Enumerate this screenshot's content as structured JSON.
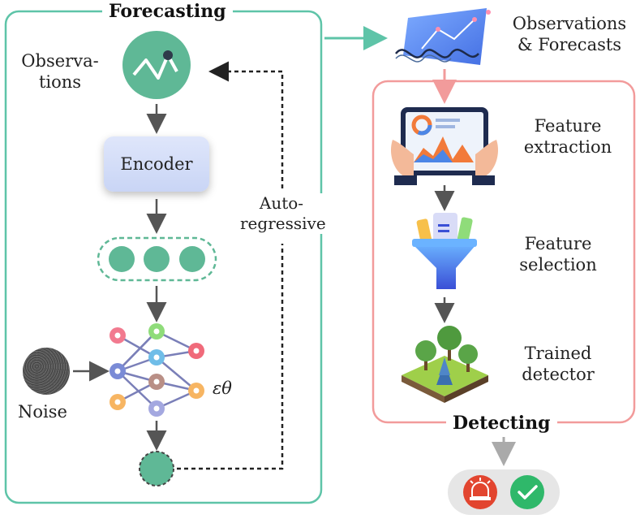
{
  "forecasting": {
    "title": "Forecasting",
    "observations_label_1": "Observa-",
    "observations_label_2": "tions",
    "encoder_label": "Encoder",
    "noise_label": "Noise",
    "epsilon_label": "εθ",
    "autoregressive_label_1": "Auto-",
    "autoregressive_label_2": "regressive"
  },
  "top_right": {
    "label_1": "Observations",
    "label_2": "& Forecasts"
  },
  "detecting": {
    "title": "Detecting",
    "feature_extraction_1": "Feature",
    "feature_extraction_2": "extraction",
    "feature_selection_1": "Feature",
    "feature_selection_2": "selection",
    "trained_detector_1": "Trained",
    "trained_detector_2": "detector"
  },
  "colors": {
    "teal": "#5ec4a8",
    "pink": "#f29b9b",
    "node_green": "#5fb896",
    "arrow_gray": "#555555"
  },
  "icons": {
    "observation": "line-chart-icon",
    "dashboard": "tablet-dashboard-icon",
    "funnel": "funnel-icon",
    "forest": "forest-icon",
    "alarm": "alarm-icon",
    "check": "check-icon"
  }
}
